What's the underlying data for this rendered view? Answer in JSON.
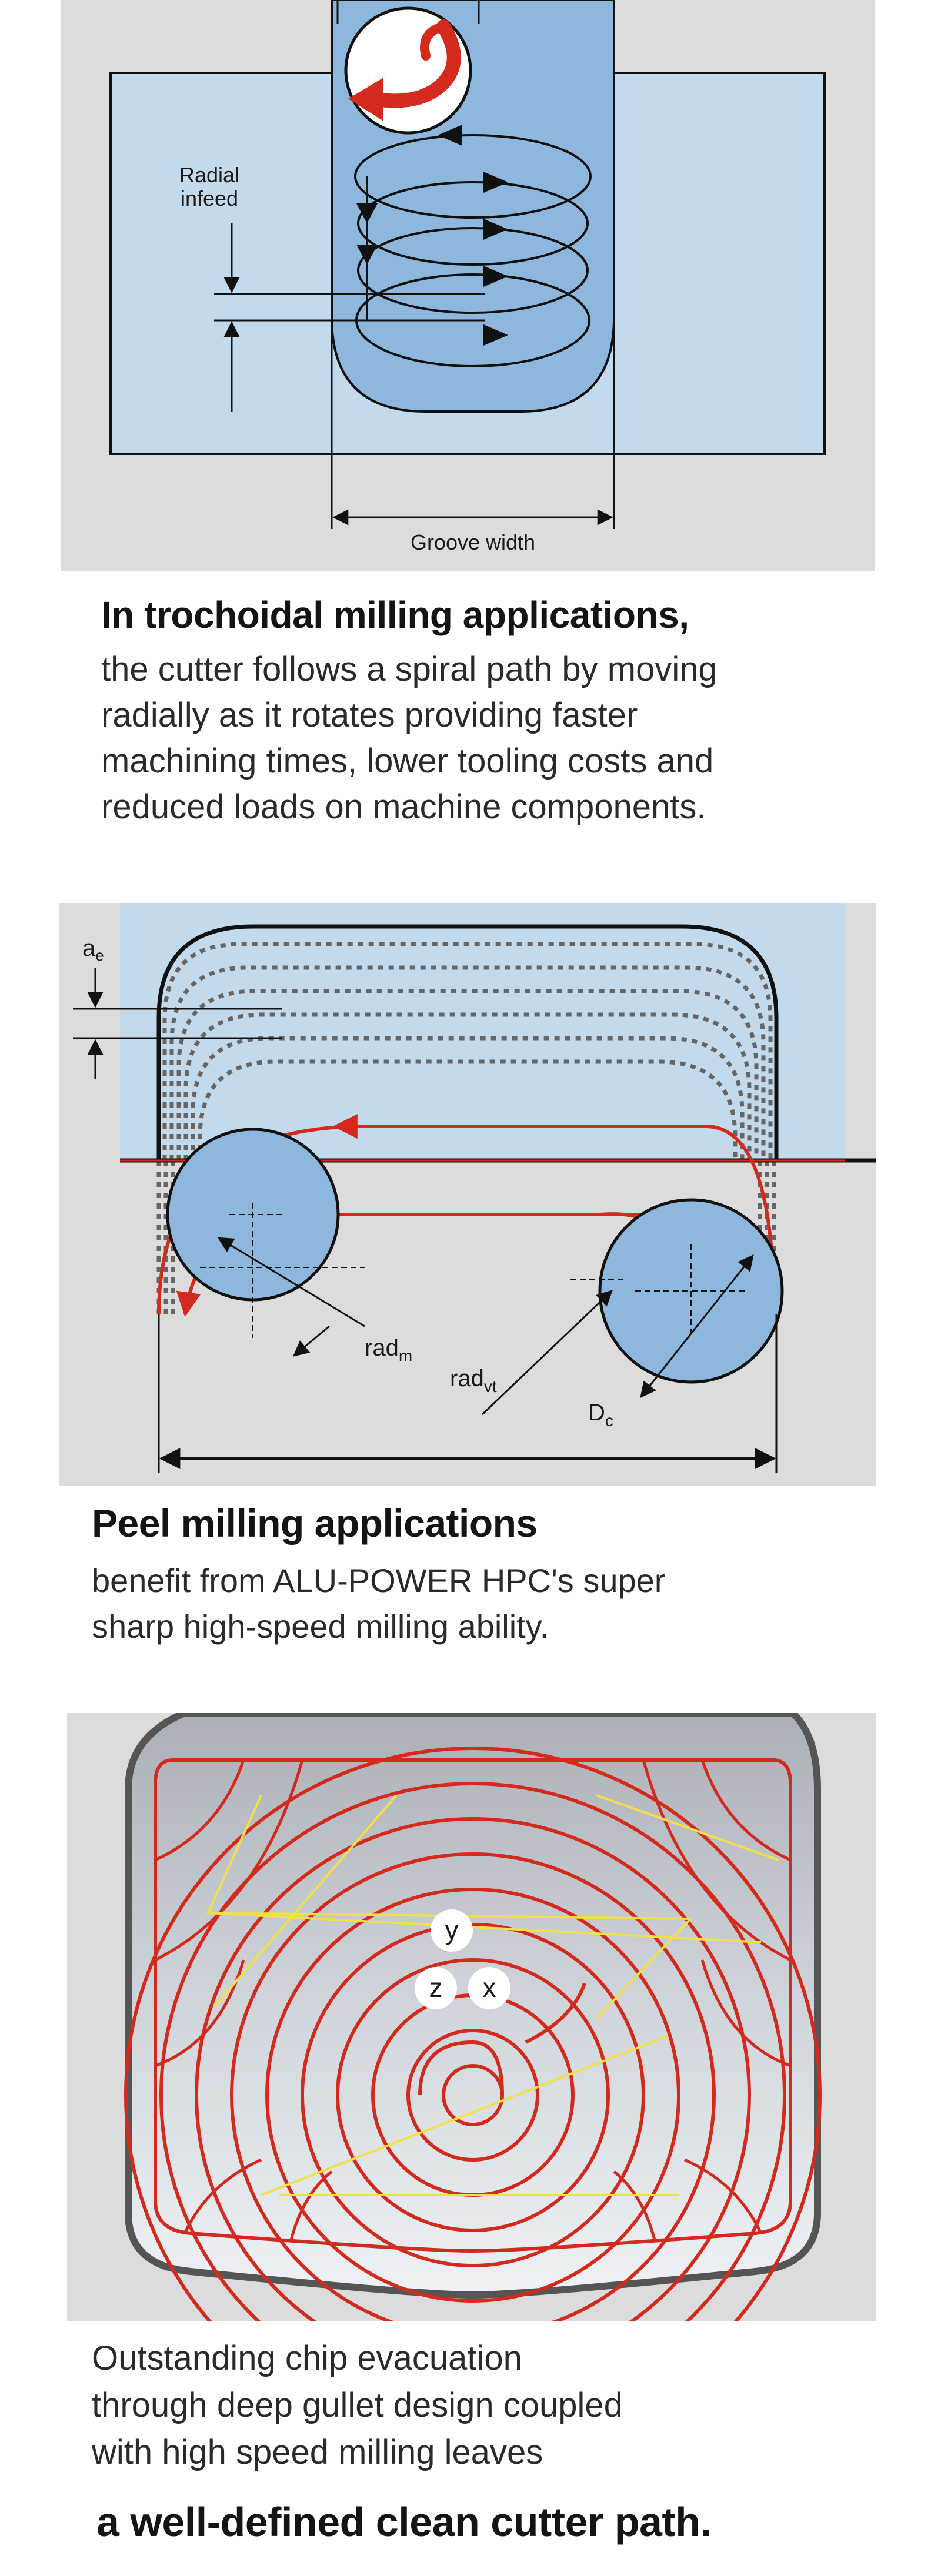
{
  "colors": {
    "panel_bg": "#dcdcdc",
    "light_blue": "#c3d9ec",
    "mid_blue": "#8db7dd",
    "red": "#d42a1e",
    "yellow": "#f1e04a",
    "dark": "#111111"
  },
  "section1": {
    "label_radial_1": "Radial",
    "label_radial_2": "infeed",
    "label_groove": "Groove width",
    "heading": "In trochoidal milling applications,",
    "body": [
      "the cutter follows a spiral path by moving",
      "radially as it rotates providing faster",
      "machining times, lower tooling costs and",
      "reduced loads on machine components."
    ]
  },
  "section2": {
    "label_ae_main": "a",
    "label_ae_sub": "e",
    "label_radm_main": "rad",
    "label_radm_sub": "m",
    "label_radvt_main": "rad",
    "label_radvt_sub": "vt",
    "label_dc_main": "D",
    "label_dc_sub": "c",
    "heading": "Peel milling applications",
    "body": [
      "benefit from ALU-POWER HPC's super",
      "sharp high-speed milling ability."
    ]
  },
  "section3": {
    "label_y": "y",
    "label_z": "z",
    "label_x": "x",
    "body": [
      "Outstanding chip evacuation",
      "through deep gullet design coupled",
      "with high speed milling leaves"
    ],
    "heading": "a well-defined clean cutter path."
  }
}
